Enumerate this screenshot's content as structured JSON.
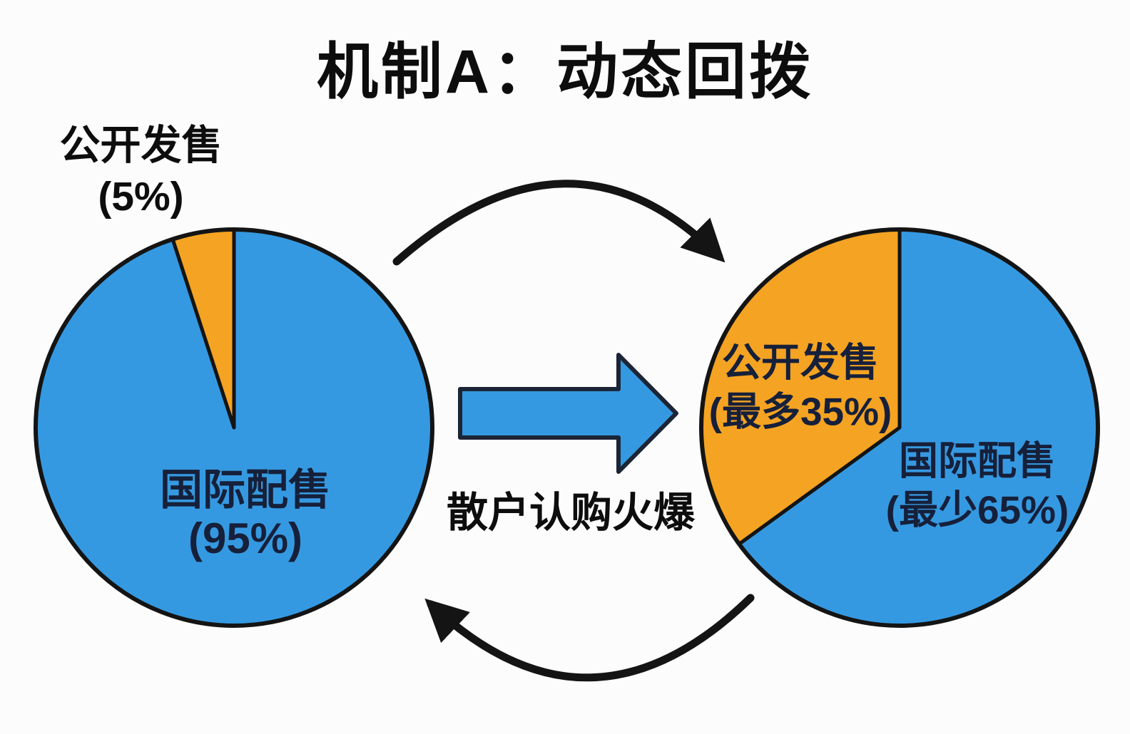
{
  "title": "机制A：动态回拨",
  "flow_label": "散户认购火爆",
  "colors": {
    "background": "#fcfcfc",
    "blue": "#3599e1",
    "orange": "#f5a322",
    "outline": "#141414",
    "pie_text": "#16203a",
    "text": "#0d0d0d",
    "flow_arrow_fill": "#3599e1",
    "flow_arrow_outline": "#1b2536"
  },
  "chart_data": [
    {
      "type": "pie",
      "side": "left",
      "categories": [
        "国际配售",
        "公开发售"
      ],
      "values": [
        95,
        5
      ],
      "slice_colors": [
        "#3599e1",
        "#f5a322"
      ],
      "start": "top",
      "direction": "clockwise",
      "inside_label": [
        "国际配售",
        "(95%)"
      ],
      "callout_label": [
        "公开发售",
        "(5%)"
      ]
    },
    {
      "type": "pie",
      "side": "right",
      "categories": [
        "国际配售",
        "公开发售"
      ],
      "values": [
        65,
        35
      ],
      "slice_colors": [
        "#3599e1",
        "#f5a322"
      ],
      "start": "top",
      "direction": "clockwise",
      "blue_slice_label": [
        "国际配售",
        "(最少65%)"
      ],
      "orange_slice_label": [
        "公开发售",
        "(最多35%)"
      ]
    }
  ]
}
